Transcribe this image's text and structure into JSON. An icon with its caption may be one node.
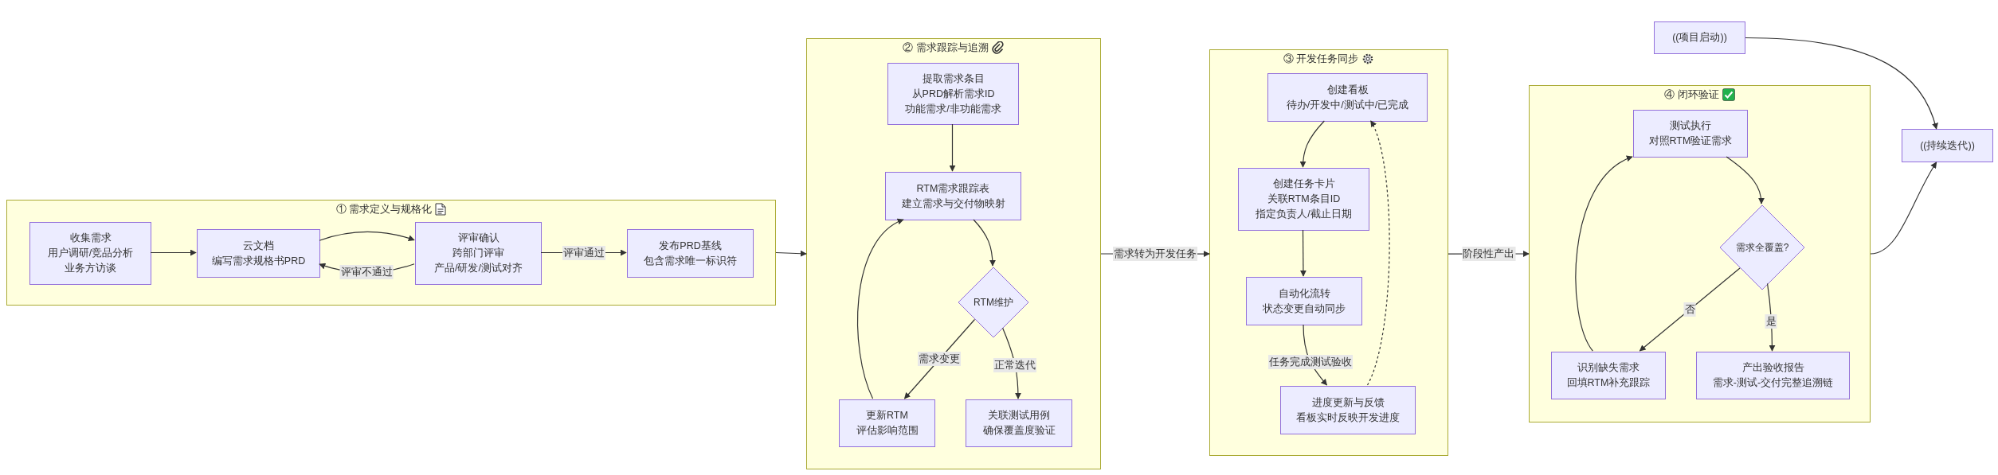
{
  "diagram": {
    "nodes": [
      {
        "text": [
          "① 需求定义与规格化"
        ]
      },
      {
        "text": [
          "收集需求",
          "用户调研/竞品分析",
          "业务方访谈"
        ],
        "in": 0
      },
      {
        "text": [
          "云文档",
          "编写需求规格书PRD"
        ],
        "in": 0
      },
      {
        "text": [
          "评审确认",
          "跨部门评审",
          "产品/研发/测试对齐"
        ],
        "in": 0
      },
      {
        "text": [
          "发布PRD基线",
          "包含需求唯一标识符"
        ],
        "in": 0
      },
      {
        "text": [
          "② 需求跟踪与追溯"
        ]
      },
      {
        "text": [
          "提取需求条目",
          "从PRD解析需求ID",
          "功能需求/非功能需求"
        ],
        "in": 5
      },
      {
        "text": [
          "RTM需求跟踪表",
          "建立需求与交付物映射"
        ],
        "in": 5
      },
      {
        "text": [
          "RTM维护"
        ],
        "in": 5
      },
      {
        "text": [
          "更新RTM",
          "评估影响范围"
        ],
        "in": 5
      },
      {
        "text": [
          "关联测试用例",
          "确保覆盖度验证"
        ],
        "in": 5
      },
      {
        "text": [
          "③ 开发任务同步"
        ]
      },
      {
        "text": [
          "创建看板",
          "待办/开发中/测试中/已完成"
        ],
        "in": 11
      },
      {
        "text": [
          "创建任务卡片",
          "关联RTM条目ID",
          "指定负责人/截止日期"
        ],
        "in": 11
      },
      {
        "text": [
          "自动化流转",
          "状态变更自动同步"
        ],
        "in": 11
      },
      {
        "text": [
          "进度更新与反馈",
          "看板实时反映开发进度"
        ],
        "in": 11
      },
      {
        "text": [
          "④ 闭环验证"
        ]
      },
      {
        "text": [
          "测试执行",
          "对照RTM验证需求"
        ],
        "in": 16
      },
      {
        "text": [
          "需求全覆盖?"
        ],
        "in": 16
      },
      {
        "text": [
          "识别缺失需求",
          "回填RTM补充跟踪"
        ],
        "in": 16
      },
      {
        "text": [
          "产出验收报告",
          "需求-测试-交付完整追溯链"
        ],
        "in": 16
      },
      {
        "text": [
          "((项目启动))"
        ]
      },
      {
        "text": [
          "((持续迭代))"
        ]
      }
    ],
    "edges": [
      {
        "from": 1,
        "to": 2,
        "arrow": "to"
      },
      {
        "from": 2,
        "to": 3,
        "arrow": "to"
      },
      {
        "from": 3,
        "to": 2,
        "arrow": "to",
        "label": "评审不通过"
      },
      {
        "from": 3,
        "to": 4,
        "arrow": "to",
        "label": "评审通过"
      },
      {
        "from": 0,
        "to": 5,
        "arrow": "to"
      },
      {
        "from": 6,
        "to": 7,
        "arrow": "to"
      },
      {
        "from": 7,
        "to": 8,
        "arrow": "to"
      },
      {
        "from": 8,
        "to": 9,
        "arrow": "to",
        "label": "需求变更"
      },
      {
        "from": 8,
        "to": 10,
        "arrow": "to",
        "label": "正常迭代"
      },
      {
        "from": 9,
        "to": 7,
        "arrow": "to"
      },
      {
        "from": 5,
        "to": 11,
        "arrow": "to",
        "label": "需求转为开发任务"
      },
      {
        "from": 12,
        "to": 13,
        "arrow": "to"
      },
      {
        "from": 13,
        "to": 14,
        "arrow": "to"
      },
      {
        "from": 14,
        "to": 15,
        "arrow": "to",
        "label": "任务完成测试验收"
      },
      {
        "from": 15,
        "to": 12,
        "arrow": "to",
        "style": "dashed"
      },
      {
        "from": 11,
        "to": 16,
        "arrow": "to",
        "label": "阶段性产出"
      },
      {
        "from": 17,
        "to": 18,
        "arrow": "to"
      },
      {
        "from": 18,
        "to": 19,
        "arrow": "to",
        "label": "否"
      },
      {
        "from": 18,
        "to": 20,
        "arrow": "to",
        "label": "是"
      },
      {
        "from": 19,
        "to": 17,
        "arrow": "to"
      },
      {
        "from": 21,
        "to": 22,
        "arrow": "to"
      },
      {
        "from": 16,
        "to": 22,
        "arrow": "to"
      }
    ]
  }
}
